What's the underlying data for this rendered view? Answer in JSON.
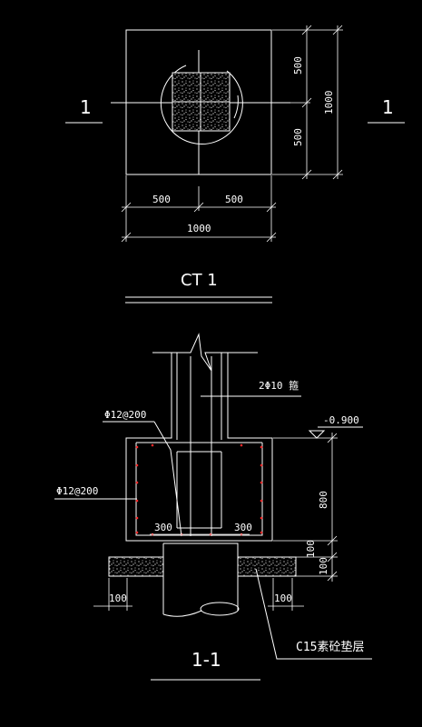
{
  "plan": {
    "section_mark_left": "1",
    "section_mark_right": "1",
    "dim_top_half": "500",
    "dim_bottom_half": "500",
    "dim_total_vertical": "1000",
    "dim_left_half": "500",
    "dim_right_half": "500",
    "dim_total_horizontal": "1000",
    "title": "CT 1"
  },
  "section": {
    "stirrup_label": "2Φ10 箍",
    "level_label": "-0.900",
    "rebar_top_label": "Φ12@200",
    "rebar_side_label": "Φ12@200",
    "dim_left_inner": "300",
    "dim_right_inner": "300",
    "dim_height": "800",
    "dim_cap_step": "100",
    "dim_bedding": "100",
    "dim_left_extension": "100",
    "dim_right_extension": "100",
    "bedding_label": "C15素砼垫层",
    "title": "1-1"
  },
  "colors": {
    "background": "#000000",
    "line": "#ffffff",
    "rebar": "#ff2a2a"
  }
}
